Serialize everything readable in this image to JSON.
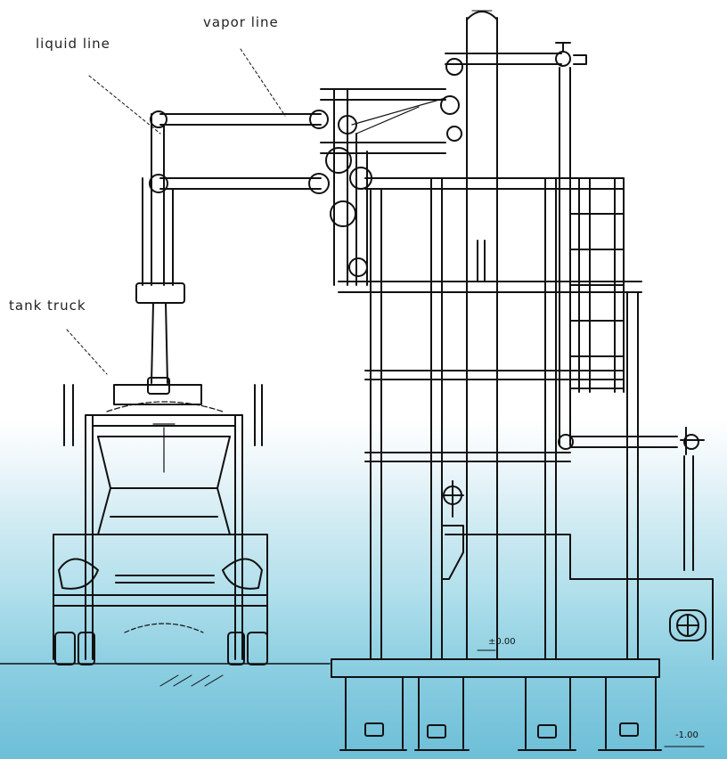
{
  "labels": {
    "vapor_line": "vapor line",
    "liquid_line": "liquid line",
    "tank_truck": "tank truck"
  },
  "dimensions": {
    "level_zero": "±0.00",
    "level_minus": "-1.00"
  },
  "colors": {
    "line": "#111111",
    "water_light": "#cfeaf2",
    "water_dark": "#6dbfd8"
  }
}
